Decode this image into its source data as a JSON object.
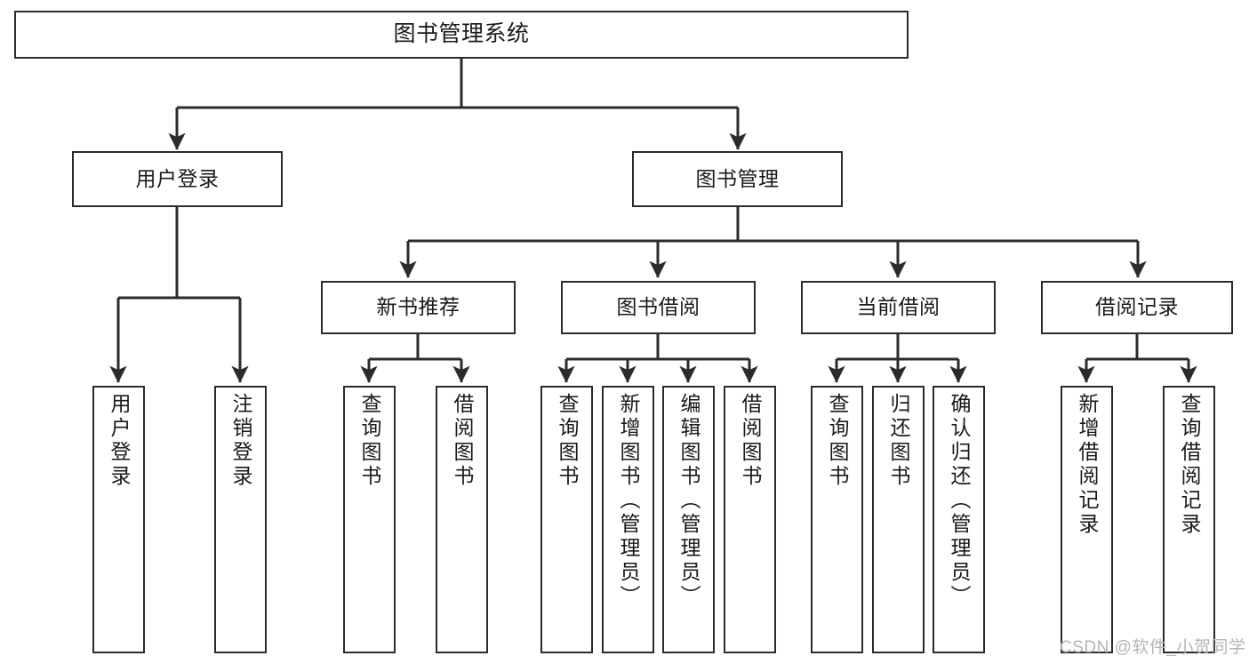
{
  "diagram": {
    "title": "图书管理系统",
    "type": "hierarchy-tree",
    "watermark": "CSDN @软件_小贺同学",
    "colors": {
      "stroke": "#2b2b2b",
      "background": "#ffffff",
      "text": "#1a1a1a",
      "watermark": "#b4b4b4"
    },
    "nodes": {
      "root": {
        "label": "图书管理系统"
      },
      "level2": [
        {
          "label": "用户登录"
        },
        {
          "label": "图书管理"
        }
      ],
      "level3": [
        {
          "label": "新书推荐"
        },
        {
          "label": "图书借阅"
        },
        {
          "label": "当前借阅"
        },
        {
          "label": "借阅记录"
        }
      ],
      "leaves": {
        "user_login": [
          {
            "label": "用户登录"
          },
          {
            "label": "注销登录"
          }
        ],
        "new_book_recommend": [
          {
            "label": "查询图书"
          },
          {
            "label": "借阅图书"
          }
        ],
        "book_borrow": [
          {
            "label": "查询图书"
          },
          {
            "label": "新增图书（管理员）"
          },
          {
            "label": "编辑图书（管理员）"
          },
          {
            "label": "借阅图书"
          }
        ],
        "current_borrow": [
          {
            "label": "查询图书"
          },
          {
            "label": "归还图书"
          },
          {
            "label": "确认归还（管理员）"
          }
        ],
        "borrow_record": [
          {
            "label": "新增借阅记录"
          },
          {
            "label": "查询借阅记录"
          }
        ]
      }
    }
  }
}
